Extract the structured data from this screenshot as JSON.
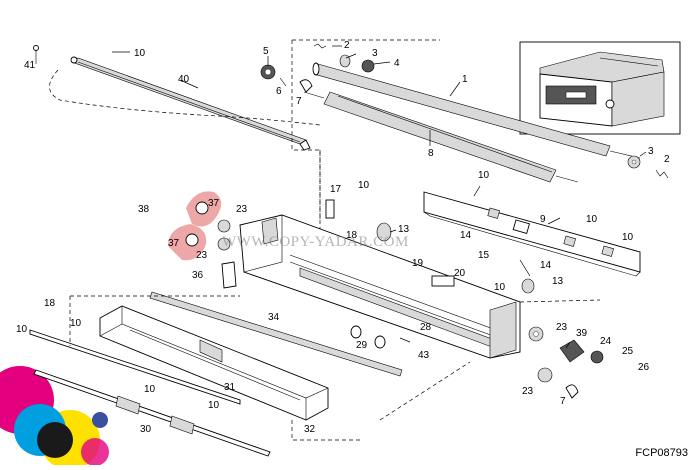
{
  "diagram": {
    "figure_code": "FCP08793",
    "watermark": "WWW.COPY-YADAR.COM",
    "callouts": [
      {
        "id": "c10a",
        "text": "10"
      },
      {
        "id": "c41",
        "text": "41"
      },
      {
        "id": "c40",
        "text": "40"
      },
      {
        "id": "c5",
        "text": "5"
      },
      {
        "id": "c2a",
        "text": "2"
      },
      {
        "id": "c3a",
        "text": "3"
      },
      {
        "id": "c4",
        "text": "4"
      },
      {
        "id": "c6",
        "text": "6"
      },
      {
        "id": "c7a",
        "text": "7"
      },
      {
        "id": "c1",
        "text": "1"
      },
      {
        "id": "c8",
        "text": "8"
      },
      {
        "id": "c3b",
        "text": "3"
      },
      {
        "id": "c2b",
        "text": "2"
      },
      {
        "id": "c10b",
        "text": "10"
      },
      {
        "id": "c17",
        "text": "17"
      },
      {
        "id": "c10c",
        "text": "10"
      },
      {
        "id": "c9",
        "text": "9"
      },
      {
        "id": "c10d",
        "text": "10"
      },
      {
        "id": "c38",
        "text": "38"
      },
      {
        "id": "c37a",
        "text": "37"
      },
      {
        "id": "c23a",
        "text": "23"
      },
      {
        "id": "c37b",
        "text": "37"
      },
      {
        "id": "c23b",
        "text": "23"
      },
      {
        "id": "c18a",
        "text": "18"
      },
      {
        "id": "c13a",
        "text": "13"
      },
      {
        "id": "c14a",
        "text": "14"
      },
      {
        "id": "c15",
        "text": "15"
      },
      {
        "id": "c10e",
        "text": "10"
      },
      {
        "id": "c19",
        "text": "19"
      },
      {
        "id": "c14b",
        "text": "14"
      },
      {
        "id": "c36",
        "text": "36"
      },
      {
        "id": "c20",
        "text": "20"
      },
      {
        "id": "c10f",
        "text": "10"
      },
      {
        "id": "c13b",
        "text": "13"
      },
      {
        "id": "c18b",
        "text": "18"
      },
      {
        "id": "c10g",
        "text": "10"
      },
      {
        "id": "c10h",
        "text": "10"
      },
      {
        "id": "c34",
        "text": "34"
      },
      {
        "id": "c23c",
        "text": "23"
      },
      {
        "id": "c39",
        "text": "39"
      },
      {
        "id": "c24",
        "text": "24"
      },
      {
        "id": "c29",
        "text": "29"
      },
      {
        "id": "c28",
        "text": "28"
      },
      {
        "id": "c25",
        "text": "25"
      },
      {
        "id": "c43",
        "text": "43"
      },
      {
        "id": "c26",
        "text": "26"
      },
      {
        "id": "c10i",
        "text": "10"
      },
      {
        "id": "c31",
        "text": "31"
      },
      {
        "id": "c23d",
        "text": "23"
      },
      {
        "id": "c7b",
        "text": "7"
      },
      {
        "id": "c10j",
        "text": "10"
      },
      {
        "id": "c30",
        "text": "30"
      },
      {
        "id": "c32",
        "text": "32"
      }
    ],
    "highlight_color": "#e88a8a",
    "corner_logo_colors": [
      "#e3007f",
      "#00a0e0",
      "#ffe100",
      "#1a1a1a",
      "#3a4fa0"
    ]
  }
}
